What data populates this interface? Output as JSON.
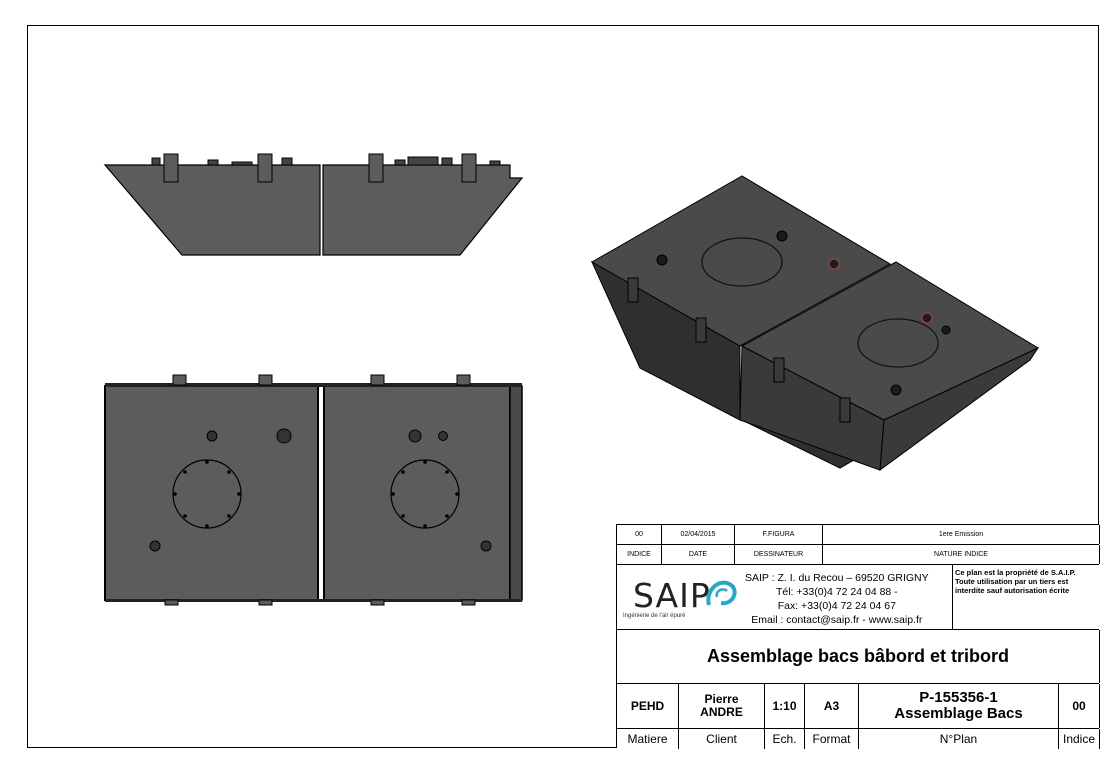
{
  "title_block": {
    "revision": {
      "indice": "00",
      "date": "02/04/2015",
      "dessinateur": "F.FIGURA",
      "nature": "1ere Emission"
    },
    "headers": {
      "indice": "INDICE",
      "date": "DATE",
      "dessinateur": "DESSINATEUR",
      "nature": "NATURE INDICE"
    },
    "company": {
      "logo": "SAIP",
      "tagline": "Ingénierie de l'air épuré",
      "address": "SAIP : Z. I. du Recou – 69520 GRIGNY",
      "tel": "Tél: +33(0)4 72 24 04 88 -",
      "fax": "Fax: +33(0)4 72 24 04 67",
      "email": "Email : contact@saip.fr - www.saip.fr",
      "property_notice_1": "Ce plan est la propriété de S.A.I.P.",
      "property_notice_2": "Toute utilisation par un tiers est",
      "property_notice_3": "interdite sauf autorisation écrite"
    },
    "drawing_title": "Assemblage bacs bâbord et tribord",
    "values": {
      "matiere": "PEHD",
      "client_1": "Pierre",
      "client_2": "ANDRE",
      "echelle": "1:10",
      "format": "A3",
      "plan_1": "P-155356-1",
      "plan_2": "Assemblage Bacs",
      "indice": "00"
    },
    "labels": {
      "matiere": "Matiere",
      "client": "Client",
      "echelle": "Ech.",
      "format": "Format",
      "plan": "N°Plan",
      "indice": "Indice"
    }
  },
  "colors": {
    "part_fill": "#5c5c5c",
    "part_dark": "#3a3a3a",
    "iso_top": "#4a4a4a",
    "iso_side": "#2f2f2f",
    "logo_swirl": "#2aa6c8"
  }
}
